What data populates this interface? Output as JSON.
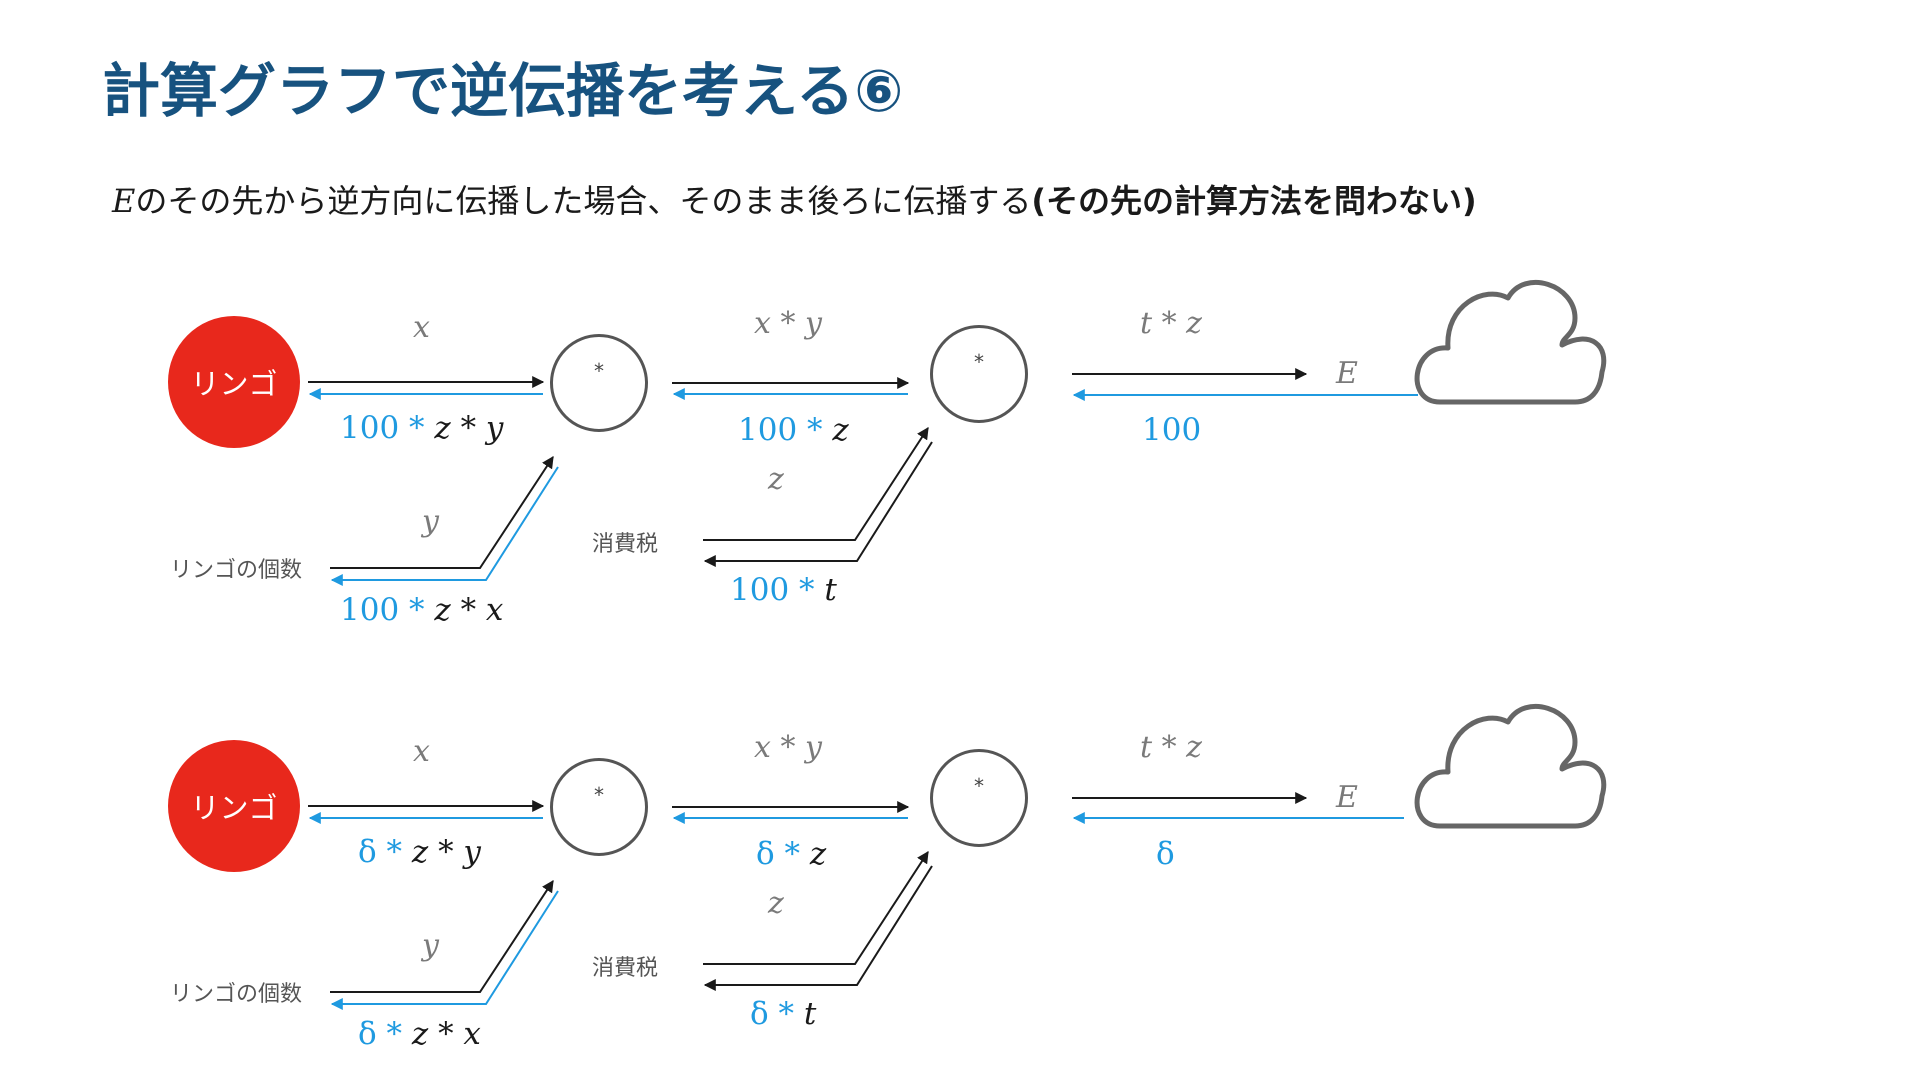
{
  "slide": {
    "title": "計算グラフで逆伝播を考える⑥",
    "subtitle_var": "E",
    "subtitle_text": "のその先から逆方向に伝播した場合、そのまま後ろに伝播する",
    "subtitle_bold": "(その先の計算方法を問わない)"
  },
  "common": {
    "apple_label": "リンゴ",
    "mult_symbol": "*",
    "apple_count_label": "リンゴの個数",
    "tax_label": "消費税",
    "fwd_x": "x",
    "fwd_y": "y",
    "fwd_z": "z",
    "fwd_xy": "x * y",
    "fwd_tz": "t * z",
    "output_E": "E"
  },
  "graphs": [
    {
      "grad_E_blue": "100",
      "grad_xy_blue": "100 *",
      "grad_xy_black": " z",
      "grad_x_blue": "100 *",
      "grad_x_black": " z * y",
      "grad_y_blue": "100 *",
      "grad_y_black": " z * x",
      "grad_z_blue": "100 *",
      "grad_z_black": " t"
    },
    {
      "grad_E_blue": "δ",
      "grad_xy_blue": "δ *",
      "grad_xy_black": " z",
      "grad_x_blue": "δ *",
      "grad_x_black": " z * y",
      "grad_y_blue": "δ *",
      "grad_y_black": " z * x",
      "grad_z_blue": "δ *",
      "grad_z_black": " t"
    }
  ],
  "colors": {
    "title": "#17527f",
    "apple": "#e8281c",
    "backprop": "#1f9ae0",
    "forward": "#1a1a1a"
  }
}
